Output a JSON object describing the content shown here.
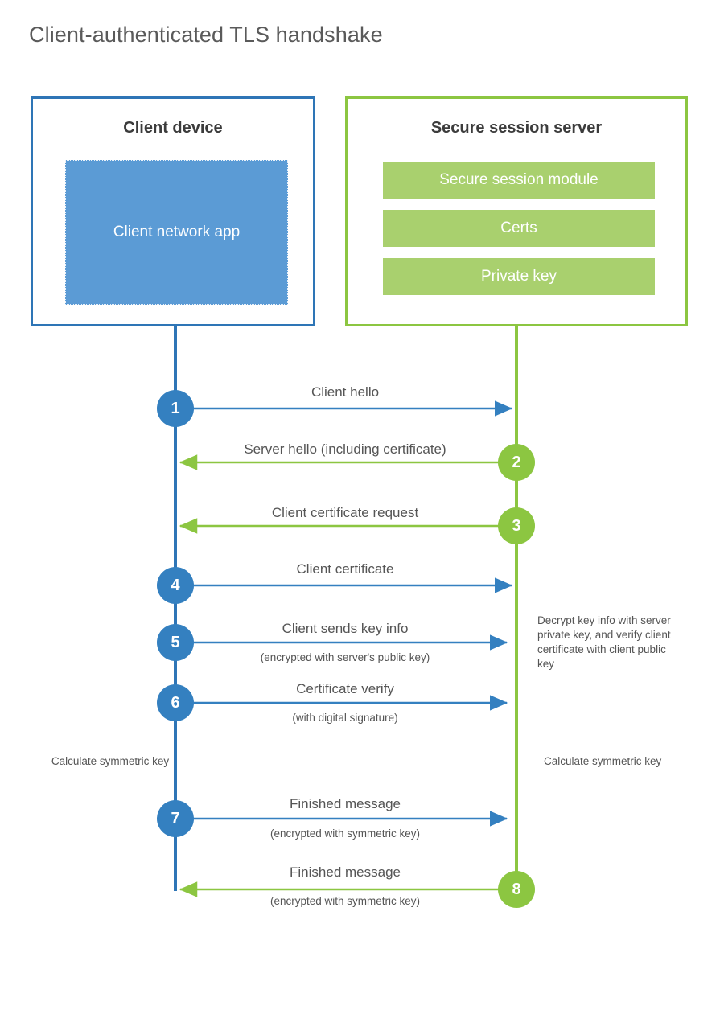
{
  "title": "Client-authenticated TLS handshake",
  "colors": {
    "client_accent": "#2e75b6",
    "client_circle": "#3480c0",
    "client_app_fill": "#5b9bd5",
    "server_accent": "#8cc641",
    "server_bar_fill": "#a9d06e",
    "text": "#555555",
    "title_text": "#5a5a5a"
  },
  "actors": {
    "client": {
      "title": "Client device",
      "app_label": "Client network app"
    },
    "server": {
      "title": "Secure session server",
      "modules": [
        "Secure session module",
        "Certs",
        "Private key"
      ]
    }
  },
  "steps": [
    {
      "number": "1",
      "label": "Client hello",
      "sub": "",
      "direction": "client-to-server",
      "side": "client"
    },
    {
      "number": "2",
      "label": "Server hello (including certificate)",
      "sub": "",
      "direction": "server-to-client",
      "side": "server"
    },
    {
      "number": "3",
      "label": "Client certificate request",
      "sub": "",
      "direction": "server-to-client",
      "side": "server"
    },
    {
      "number": "4",
      "label": "Client certificate",
      "sub": "",
      "direction": "client-to-server",
      "side": "client"
    },
    {
      "number": "5",
      "label": "Client sends key info",
      "sub": "(encrypted with server's public key)",
      "direction": "client-to-server",
      "side": "client"
    },
    {
      "number": "6",
      "label": "Certificate verify",
      "sub": "(with digital signature)",
      "direction": "client-to-server",
      "side": "client"
    },
    {
      "number": "7",
      "label": "Finished message",
      "sub": "(encrypted with symmetric key)",
      "direction": "client-to-server",
      "side": "client"
    },
    {
      "number": "8",
      "label": "Finished message",
      "sub": "(encrypted with symmetric key)",
      "direction": "server-to-client",
      "side": "server"
    }
  ],
  "notes": {
    "server_decrypt": "Decrypt key info with server private key, and verify client certificate with client public key",
    "client_calculate": "Calculate symmetric key",
    "server_calculate": "Calculate symmetric key"
  }
}
